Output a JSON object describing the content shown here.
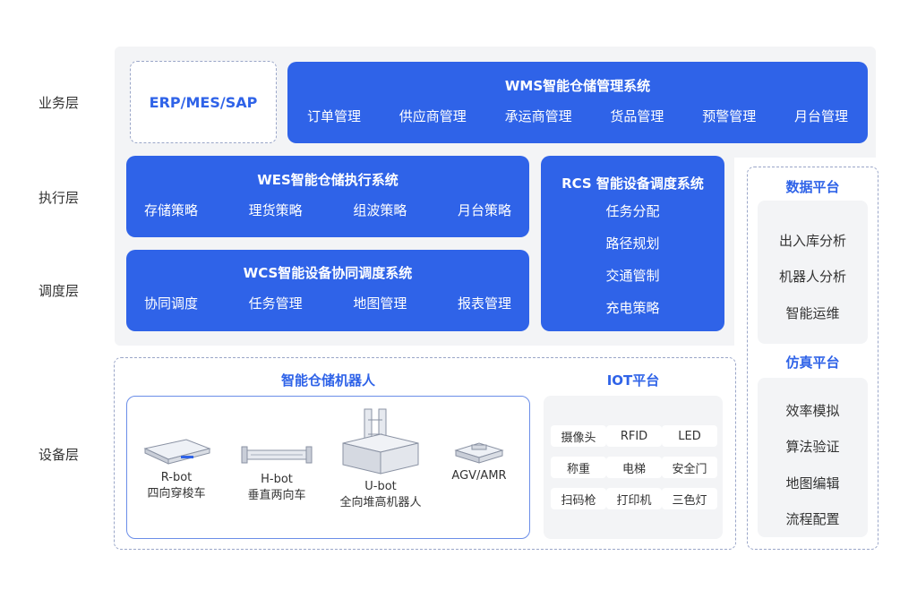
{
  "layers": [
    "业务层",
    "执行层",
    "调度层",
    "设备层"
  ],
  "erp": "ERP/MES/SAP",
  "wms": {
    "title": "WMS智能仓储管理系统",
    "items": [
      "订单管理",
      "供应商管理",
      "承运商管理",
      "货品管理",
      "预警管理",
      "月台管理"
    ]
  },
  "wes": {
    "title": "WES智能仓储执行系统",
    "items": [
      "存储策略",
      "理货策略",
      "组波策略",
      "月台策略"
    ]
  },
  "wcs": {
    "title": "WCS智能设备协同调度系统",
    "items": [
      "协同调度",
      "任务管理",
      "地图管理",
      "报表管理"
    ]
  },
  "rcs": {
    "title": "RCS 智能设备调度系统",
    "items": [
      "任务分配",
      "路径规划",
      "交通管制",
      "充电策略"
    ]
  },
  "robots": {
    "title": "智能仓储机器人",
    "items": [
      {
        "name": "R-bot",
        "desc": "四向穿梭车",
        "icon": "shuttle-icon"
      },
      {
        "name": "H-bot",
        "desc": "垂直两向车",
        "icon": "lift-cart-icon"
      },
      {
        "name": "U-bot",
        "desc": "全向堆高机器人",
        "icon": "stacker-robot-icon"
      },
      {
        "name": "AGV/AMR",
        "desc": "",
        "icon": "agv-icon"
      }
    ]
  },
  "iot": {
    "title": "IOT平台",
    "items": [
      "摄像头",
      "RFID",
      "LED",
      "称重",
      "电梯",
      "安全门",
      "扫码枪",
      "打印机",
      "三色灯"
    ]
  },
  "data_platform": {
    "title": "数据平台",
    "items": [
      "出入库分析",
      "机器人分析",
      "智能运维"
    ]
  },
  "sim_platform": {
    "title": "仿真平台",
    "items": [
      "效率模拟",
      "算法验证",
      "地图编辑",
      "流程配置"
    ]
  },
  "colors": {
    "primary": "#2f63e8",
    "panel": "#f3f4f6"
  }
}
